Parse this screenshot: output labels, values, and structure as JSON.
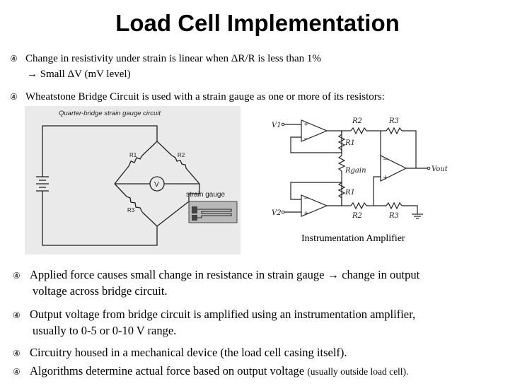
{
  "title": "Load Cell Implementation",
  "bullets_top": [
    {
      "symbol": "④",
      "text": "Change in resistivity under strain is linear when ΔR/R is less than 1%"
    },
    {
      "symbol": "",
      "text": "→ Small ΔV (mV level)"
    },
    {
      "symbol": "④",
      "text": "Wheatstone Bridge Circuit is used with a strain gauge as one or more of its resistors:"
    }
  ],
  "bridge_figure": {
    "caption": "Quarter-bridge strain gauge circuit",
    "r1": "R1",
    "r2": "R2",
    "r3": "R3",
    "meter": "V",
    "gauge_label": "strain gauge"
  },
  "amp_figure": {
    "caption": "Instrumentation Amplifier",
    "v1": "V1",
    "v2": "V2",
    "vout": "Vout",
    "r1_top": "R1",
    "r1_bot": "R1",
    "r2_top": "R2",
    "r2_bot": "R2",
    "r3_top": "R3",
    "r3_bot": "R3",
    "rgain": "Rgain"
  },
  "bullets_bottom": [
    {
      "symbol": "④",
      "line1": "Applied force causes small change in resistance in strain gauge → change in output",
      "line2": "voltage across bridge circuit."
    },
    {
      "symbol": "④",
      "line1": "Output voltage from bridge circuit is amplified using an instrumentation amplifier,",
      "line2": "usually to 0-5 or 0-10 V range."
    },
    {
      "symbol": "④",
      "line1": "Circuitry housed in a mechanical device (the load cell casing itself).",
      "line2": ""
    },
    {
      "symbol": "④",
      "line1": "Algorithms determine actual force based on output voltage",
      "line1_small": "(usually outside load cell)."
    }
  ]
}
